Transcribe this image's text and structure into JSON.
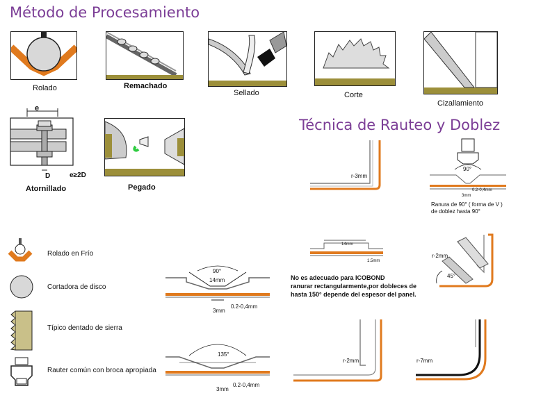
{
  "titles": {
    "processing": "Método de Procesamiento",
    "routing": "Técnica de Rauteo y Doblez"
  },
  "methods": [
    {
      "label": "Rolado"
    },
    {
      "label": "Remachado"
    },
    {
      "label": "Sellado"
    },
    {
      "label": "Corte"
    },
    {
      "label": "Cizallamiento"
    },
    {
      "label": "Atornillado"
    },
    {
      "label": "Pegado"
    }
  ],
  "bolt_labels": {
    "e": "e",
    "d": "D",
    "e2d": "e≥2D"
  },
  "legend": [
    {
      "label": "Rolado en Frío",
      "icon": "cold-roll-icon"
    },
    {
      "label": "Cortadora de disco",
      "icon": "disc-cutter-icon"
    },
    {
      "label": "Típico dentado de sierra",
      "icon": "saw-tooth-icon"
    },
    {
      "label": "Rauter común con broca apropiada",
      "icon": "router-bit-icon"
    }
  ],
  "routing": {
    "r3": "r-3mm",
    "v90_angle": "90°",
    "v90_w": "3mm",
    "v90_depth": "0.2-0,4mm",
    "v90_note": [
      "Ranura de 90° ( forma de V )",
      "de doblez hasta 90°"
    ],
    "rect_w": "14mm",
    "rect_d": "1.5mm",
    "rect_note": [
      "No es adecuado para ICOBOND",
      "ranurar rectangularmente,por dobleces de",
      "hasta 150° depende del espesor del panel."
    ],
    "r2": "r-2mm",
    "angle45": "45°",
    "big90_angle": "90°",
    "big90_w": "14mm",
    "big90_bottom": "3mm",
    "big90_depth": "0.2-0,4mm",
    "big135_angle": "135°",
    "big135_bottom": "3mm",
    "big135_depth": "0.2-0,4mm",
    "r2b": "r-2mm",
    "r7": "r-7mm"
  },
  "colors": {
    "title": "#7b3d96",
    "panel_core": "#e07a1e",
    "panel_strip": "#9c8f3a",
    "gray": "#c8c8c8"
  }
}
